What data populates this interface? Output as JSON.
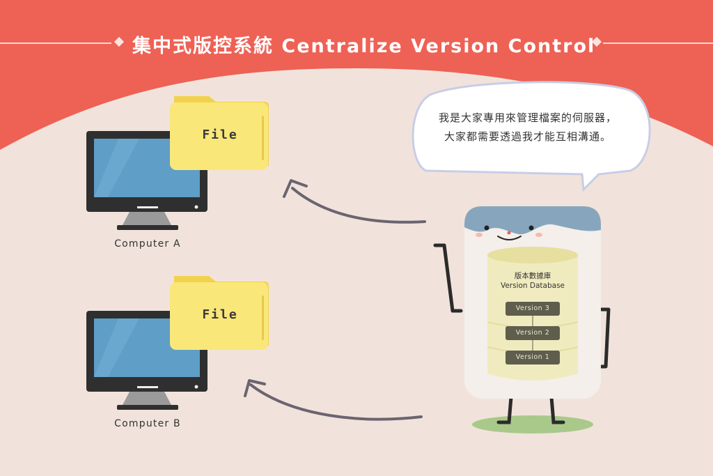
{
  "title": "集中式版控系統  Centralize Version Control",
  "computers": [
    {
      "label": "Computer A",
      "file_label": "File"
    },
    {
      "label": "Computer B",
      "file_label": "File"
    }
  ],
  "speech_bubble": {
    "line1": "我是大家專用來管理檔案的伺服器，",
    "line2": "大家都需要透過我才能互相溝通。"
  },
  "database": {
    "title_zh": "版本數據庫",
    "title_en": "Version Database",
    "versions": [
      "Version 3",
      "Version 2",
      "Version 1"
    ]
  },
  "colors": {
    "background_red": "#ee6155",
    "background_beige": "#f1e3db",
    "monitor_frame": "#2f2f2f",
    "monitor_screen": "#5f9ec6",
    "folder_yellow": "#f9e77a",
    "server_top": "#87a6be",
    "database_yellow": "#f0ebbf",
    "version_box": "#5f5d4c",
    "arrow": "#6b6470",
    "grass": "#a9c98a"
  },
  "icons": [
    "monitor-icon",
    "folder-icon",
    "server-character",
    "database-cylinder",
    "arrow"
  ]
}
